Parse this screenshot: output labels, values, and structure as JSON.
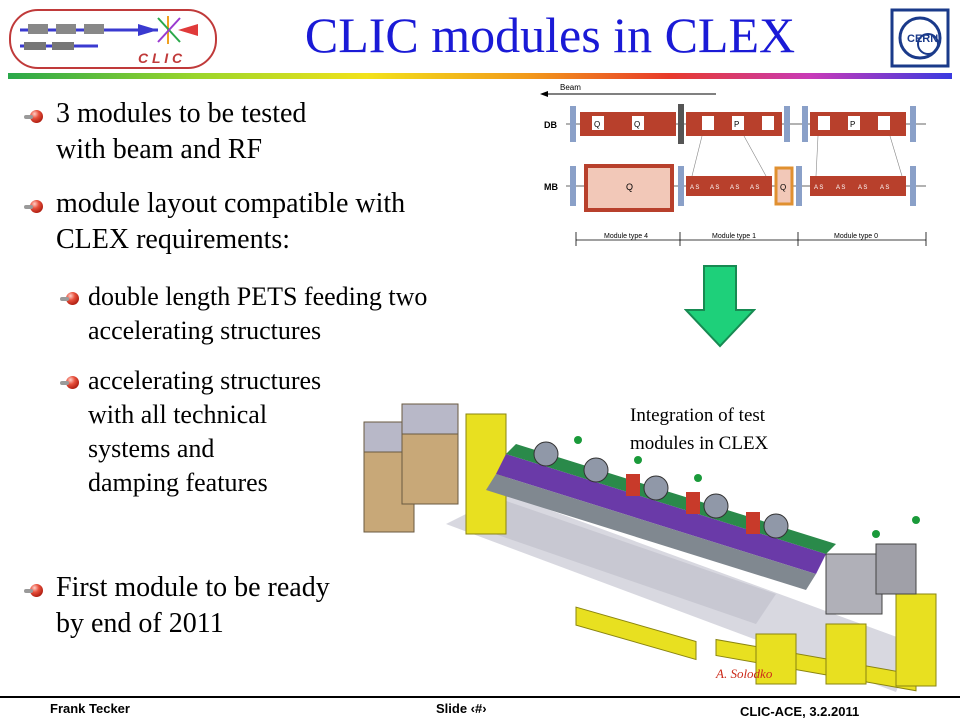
{
  "logo": {
    "clic_text": "C L I C",
    "cern_text": "CERN"
  },
  "title": "CLIC modules in CLEX",
  "bullets": [
    {
      "text_line1": "3 modules to be tested",
      "text_line2": "with beam and RF"
    },
    {
      "text_line1": "module layout compatible with",
      "text_line2": "CLEX requirements:",
      "sub": [
        {
          "line1": "double length PETS feeding two",
          "line2": "accelerating structures"
        },
        {
          "line1": "accelerating structures",
          "line2": "with all technical",
          "line3": "systems and",
          "line4": "damping features"
        }
      ]
    },
    {
      "text_line1": "First module to be ready",
      "text_line2": "by end of 2011"
    }
  ],
  "diagram": {
    "beam_label": "Beam",
    "db_label": "DB",
    "mb_label": "MB",
    "module_labels": [
      "Module type 4",
      "Module type 1",
      "Module type 0"
    ],
    "q_label": "Q",
    "p_label": "P",
    "as_label": "A S"
  },
  "caption": {
    "line1": "Integration of test",
    "line2": "modules in CLEX"
  },
  "credit": "A. Solodko",
  "footer": {
    "author": "Frank Tecker",
    "slide": "Slide ‹#›",
    "event": "CLIC-ACE, 3.2.2011"
  },
  "colors": {
    "title": "#1a1ad6",
    "arrow": "#1ed07a",
    "module_red": "#b8402c",
    "machine_yellow": "#e8e020"
  }
}
